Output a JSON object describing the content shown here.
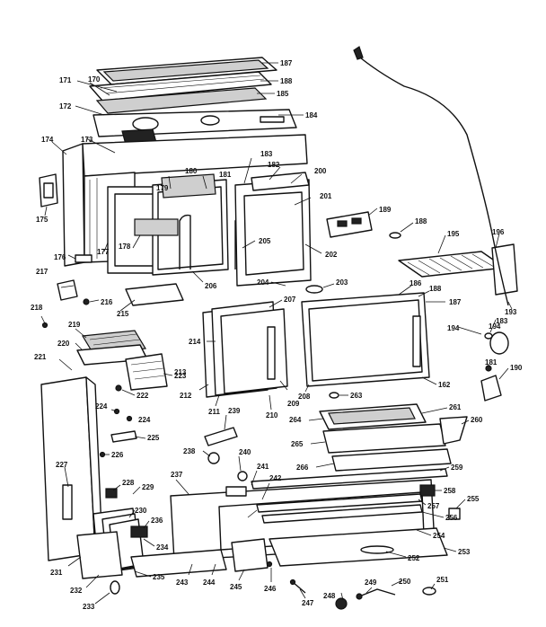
{
  "diagram": {
    "labels": [
      "187",
      "188",
      "185",
      "184",
      "171",
      "170",
      "172",
      "173",
      "174",
      "175",
      "176",
      "177",
      "178",
      "179",
      "180",
      "181",
      "183",
      "182",
      "200",
      "201",
      "202",
      "205",
      "206",
      "204",
      "203",
      "189",
      "188",
      "195",
      "196",
      "193",
      "194",
      "183",
      "217",
      "216",
      "215",
      "218",
      "219",
      "220",
      "221",
      "222",
      "223",
      "224",
      "224",
      "225",
      "226",
      "227",
      "228",
      "229",
      "230",
      "231",
      "232",
      "233",
      "234",
      "235",
      "236",
      "237",
      "238",
      "239",
      "240",
      "241",
      "242",
      "243",
      "244",
      "245",
      "246",
      "247",
      "248",
      "249",
      "250",
      "251",
      "252",
      "253",
      "254",
      "255",
      "256",
      "257",
      "258",
      "259",
      "260",
      "261",
      "263",
      "264",
      "265",
      "266",
      "207",
      "208",
      "209",
      "210",
      "211",
      "212",
      "213",
      "214",
      "186",
      "187",
      "188",
      "162",
      "181",
      "190",
      "194"
    ]
  }
}
